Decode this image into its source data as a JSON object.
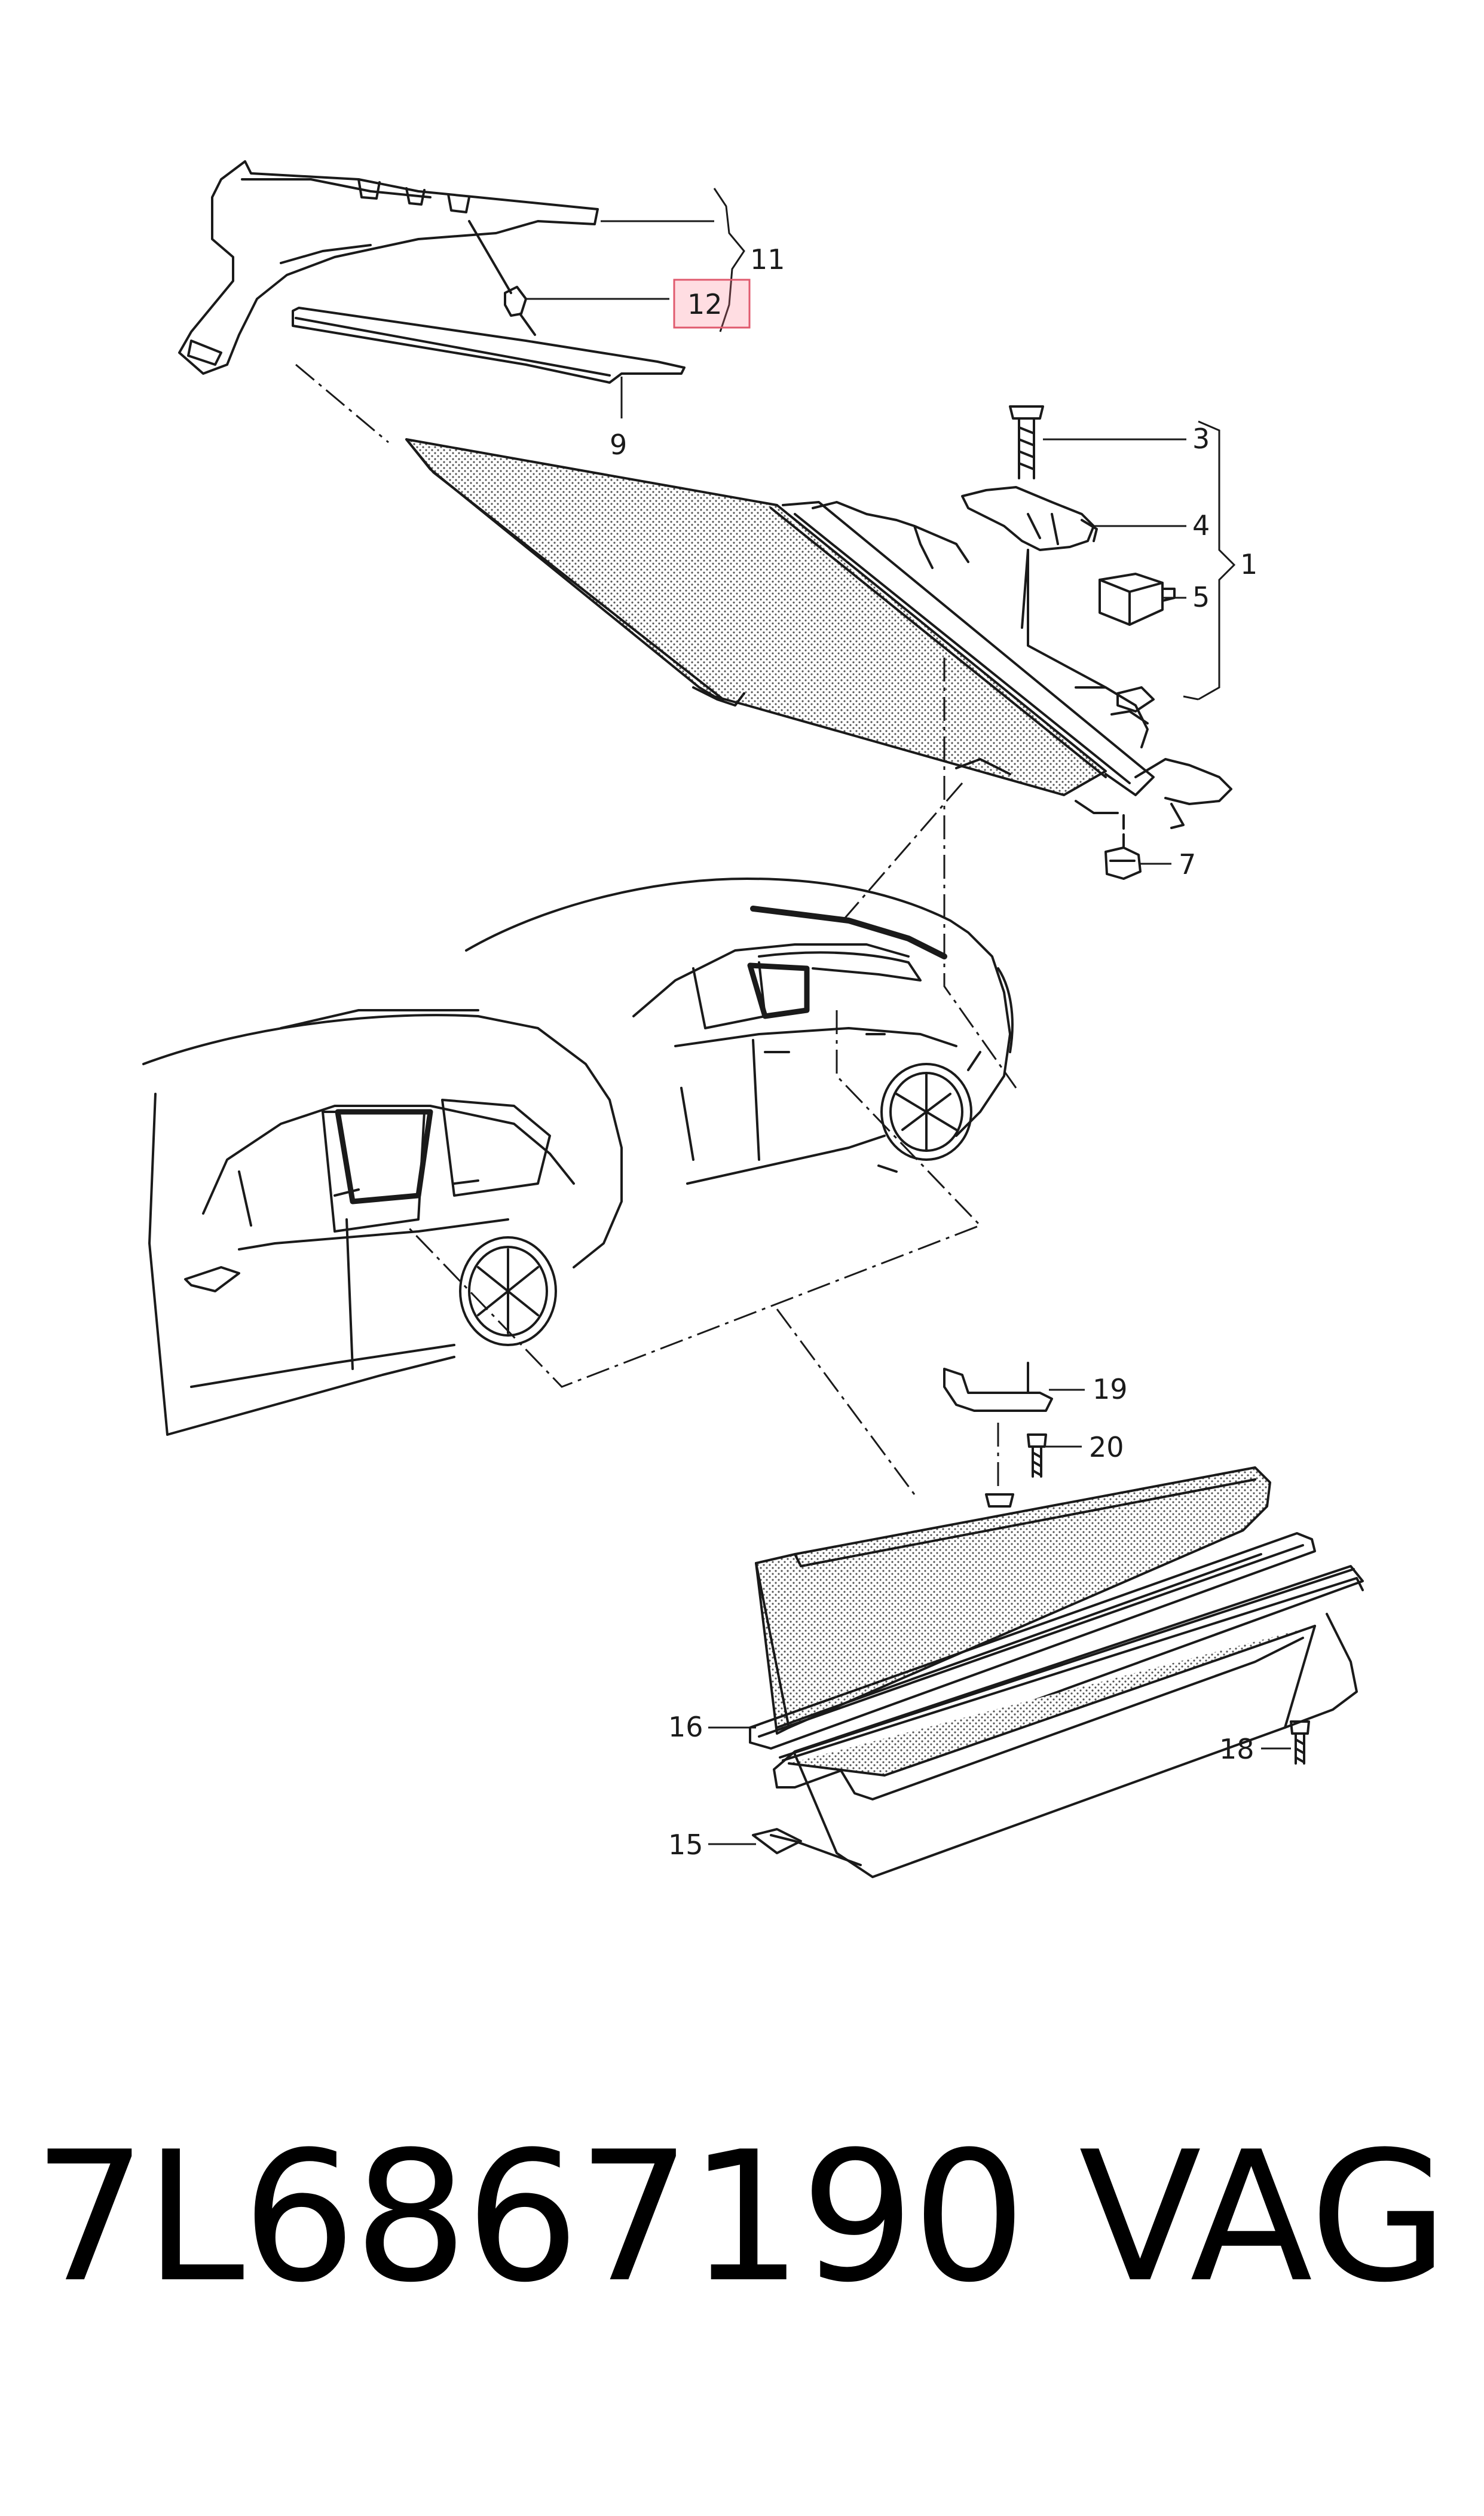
{
  "callouts": {
    "c1": "1",
    "c3": "3",
    "c4": "4",
    "c5": "5",
    "c7": "7",
    "c9": "9",
    "c11": "11",
    "c12": "12",
    "c15": "15",
    "c16": "16",
    "c18": "18",
    "c19": "19",
    "c20": "20"
  },
  "highlighted_callout": "12",
  "footer": {
    "part_number": "7L6867190",
    "brand": "VAG"
  },
  "colors": {
    "line": "#1a1a1a",
    "highlight_fill": "#ffccd4",
    "highlight_stroke": "#e05a6e"
  }
}
